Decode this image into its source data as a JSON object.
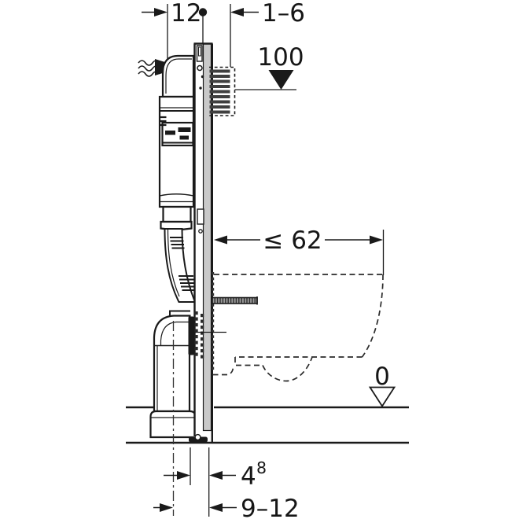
{
  "diagram": {
    "title": "Wall-frame WC installation side-view dimension drawing",
    "labels": {
      "dim_top_rail": "12",
      "dim_wall_finish": "1–6",
      "level_high": "100",
      "dim_depth_max": "≤ 62",
      "level_floor": "0",
      "dim_outlet_main": "4",
      "dim_outlet_sup": "8",
      "dim_outlet_range": "9–12"
    },
    "colors": {
      "line": "#1a1a1a",
      "rail_fill": "#c9c9c9",
      "background": "#ffffff"
    }
  }
}
